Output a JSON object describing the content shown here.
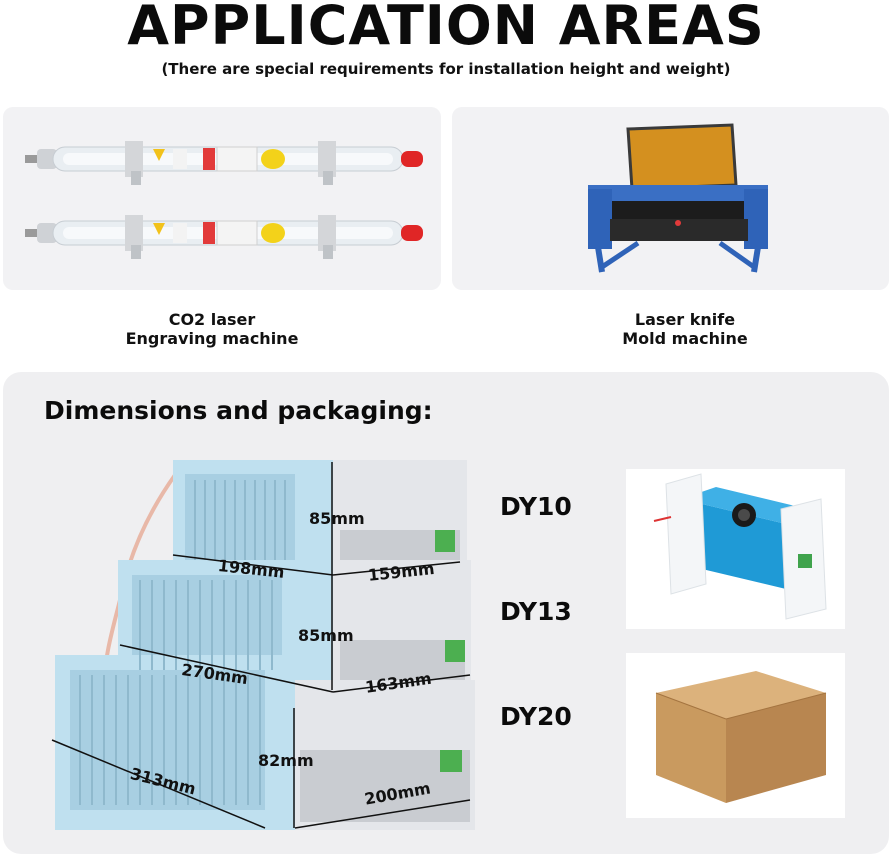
{
  "header": {
    "title": "APPLICATION AREAS",
    "subtitle": "(There are special requirements for installation height and weight)"
  },
  "applications": [
    {
      "line1": "CO2 laser",
      "line2": "Engraving machine",
      "icon": "laser-tube-image"
    },
    {
      "line1": "Laser knife",
      "line2": "Mold machine",
      "icon": "laser-engraver-machine-image"
    }
  ],
  "dimensions": {
    "heading": "Dimensions and packaging:",
    "models": [
      {
        "name": "DY10",
        "length": "198mm",
        "height": "85mm",
        "width": "159mm"
      },
      {
        "name": "DY13",
        "length": "270mm",
        "height": "85mm",
        "width": "163mm"
      },
      {
        "name": "DY20",
        "length": "313mm",
        "height": "82mm",
        "width": "200mm"
      }
    ],
    "packaging_images": [
      "foam-packed-power-supply-image",
      "cardboard-box-image"
    ]
  },
  "colors": {
    "panel_bg": "#efeff1",
    "card_bg": "#f2f2f4",
    "psu_blue": "#bfe0ef",
    "psu_grey": "#e4e6ea",
    "box_brown": "#c9a06a",
    "machine_blue": "#2f63b8",
    "lid_orange": "#d4901f"
  }
}
